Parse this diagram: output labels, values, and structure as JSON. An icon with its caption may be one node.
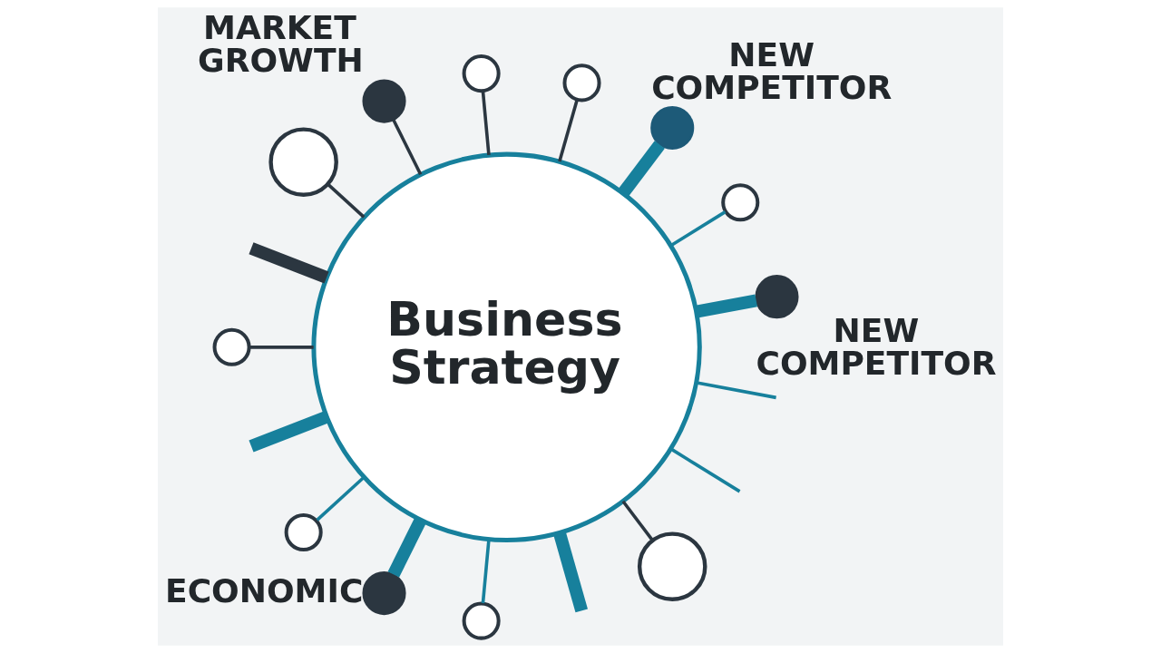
{
  "diagram": {
    "nodes": [
      {
        "text": [
          "Business Strategy"
        ]
      },
      {
        "text": [],
        "shape": "circle",
        "beside": [
          "MARKET GROWTH"
        ]
      },
      {
        "text": [],
        "shape": "circle",
        "beside": [
          "NEW COMPETITOR"
        ]
      },
      {
        "text": [],
        "shape": "circle"
      },
      {
        "text": [],
        "shape": "circle"
      },
      {
        "text": [],
        "shape": "circle"
      },
      {
        "text": [],
        "shape": "circle"
      },
      {
        "text": [],
        "shape": "circle",
        "beside": [
          "NEW COMPETITOR"
        ]
      },
      {
        "text": [],
        "shape": "circle"
      },
      {
        "text": [],
        "shape": "circle"
      },
      {
        "text": [],
        "shape": "circle"
      },
      {
        "text": [],
        "shape": "circle"
      },
      {
        "text": [],
        "shape": "circle",
        "beside": [
          "ECONOMIC"
        ]
      }
    ],
    "edges": [
      {
        "from": 0,
        "to": 1,
        "arrow": "none",
        "color": "#2b3640"
      },
      {
        "from": 0,
        "to": 2,
        "arrow": "none",
        "style": "thick"
      },
      {
        "from": 0,
        "to": 3,
        "arrow": "none",
        "color": "#2b3640"
      },
      {
        "from": 0,
        "to": 4,
        "arrow": "none",
        "color": "#2b3640"
      },
      {
        "from": 0,
        "to": 5,
        "arrow": "none",
        "color": "#2b3640"
      },
      {
        "from": 0,
        "to": 6,
        "arrow": "none"
      },
      {
        "from": 0,
        "to": 7,
        "arrow": "none",
        "style": "thick"
      },
      {
        "from": 0,
        "to": 8,
        "arrow": "none",
        "color": "#2b3640"
      },
      {
        "from": 0,
        "to": 9,
        "arrow": "none",
        "color": "#2b3640"
      },
      {
        "from": 0,
        "to": 10,
        "arrow": "none"
      },
      {
        "from": 0,
        "to": 11,
        "arrow": "none"
      },
      {
        "from": 0,
        "to": 12,
        "arrow": "none",
        "style": "thick"
      },
      {
        "from": 0,
        "to": null,
        "arrow": "none",
        "style": "thick",
        "color": "#2b3640"
      },
      {
        "from": 0,
        "to": null,
        "arrow": "none",
        "style": "thick"
      },
      {
        "from": 0,
        "to": null,
        "arrow": "none",
        "style": "thick"
      },
      {
        "from": null,
        "to": 0,
        "arrow": "none"
      },
      {
        "from": null,
        "to": 0,
        "arrow": "none"
      }
    ]
  }
}
